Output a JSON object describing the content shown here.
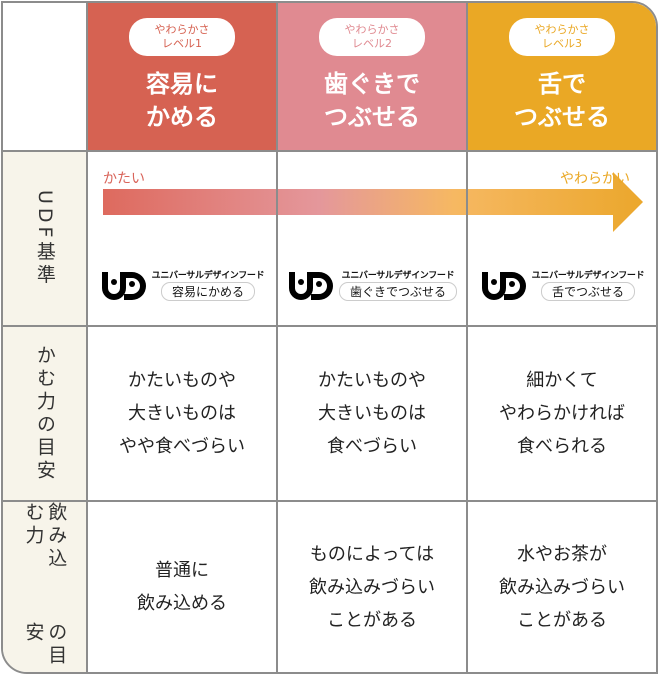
{
  "colors": {
    "level1": "#d66252",
    "level2": "#e08a91",
    "level3": "#eaa825",
    "border": "#8c8c8c",
    "label_bg": "#f7f4ea"
  },
  "levels": [
    {
      "badge_line1": "やわらかさ",
      "badge_line2": "レベル1",
      "title_line1": "容易に",
      "title_line2": "かめる",
      "logo_brand": "ユニバーサルデザインフード",
      "logo_label": "容易にかめる",
      "bite": "かたいものや\n大きいものは\nやや食べづらい",
      "swallow": "普通に\n飲み込める"
    },
    {
      "badge_line1": "やわらかさ",
      "badge_line2": "レベル2",
      "title_line1": "歯ぐきで",
      "title_line2": "つぶせる",
      "logo_brand": "ユニバーサルデザインフード",
      "logo_label": "歯ぐきでつぶせる",
      "bite": "かたいものや\n大きいものは\n食べづらい",
      "swallow": "ものによっては\n飲み込みづらい\nことがある"
    },
    {
      "badge_line1": "やわらかさ",
      "badge_line2": "レベル3",
      "title_line1": "舌で",
      "title_line2": "つぶせる",
      "logo_brand": "ユニバーサルデザインフード",
      "logo_label": "舌でつぶせる",
      "bite": "細かくて\nやわらかければ\n食べられる",
      "swallow": "水やお茶が\n飲み込みづらい\nことがある"
    }
  ],
  "rows": {
    "udf": "UDF基準",
    "bite": "かむ力の目安",
    "swallow_a": "飲み込む力",
    "swallow_b": "の目安"
  },
  "scale": {
    "hard": "かたい",
    "soft": "やわらかい"
  }
}
